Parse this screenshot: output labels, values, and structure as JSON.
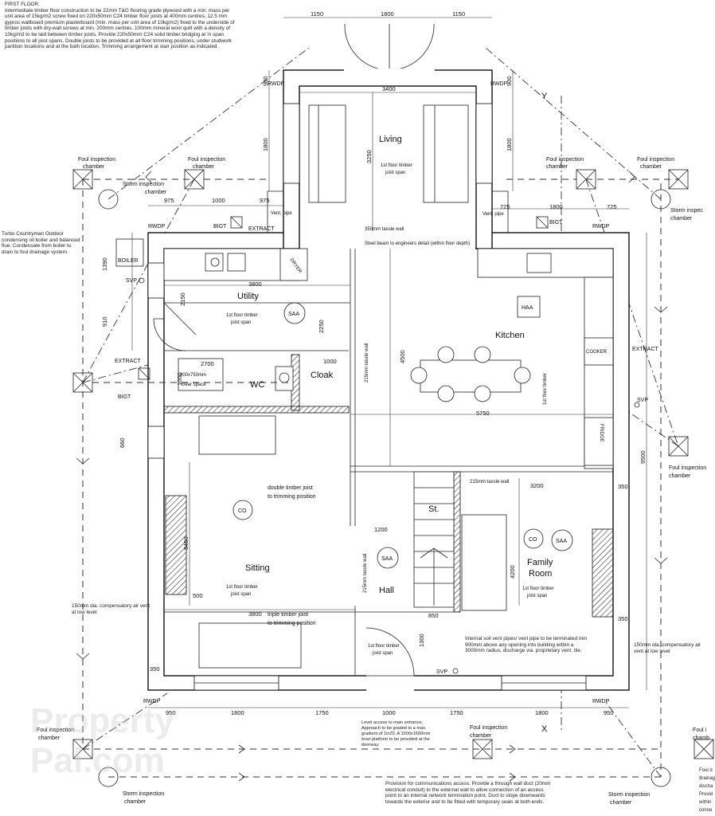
{
  "notes": {
    "first_floor_title": "FIRST FLOOR.",
    "first_floor_body": "Intermediate timber floor construction to be 22mm T&G flooring grade plywood with a min. mass per unit area of 15kg/m2 screw fixed on 220x50mm C24 timber floor joists at 400mm centres, 12.5 mm gyproc wallboard premium plasterboard (min. mass per unit area of 10kg/m2) fixed to the underside of timber joists with dry-wall screws at min. 200mm centres. 100mm mineral wool quilt with a density of 10kg/m3 to be laid between timber joists. Provide 220x50mm C24 solid timber bridging at ⅓ span positions to all joist spans. Double joists to be provided at all floor trimming positions, under studwork partition locations and at the bath location. Trimming arrangement at stair position as indicated.",
    "boiler_note": "Turbo Countryman Outdoor condensing oil boiler and balanced flue. Condensate from boiler to drain to foul drainage system.",
    "vent_left": "150mm dia. compensatory air vent at low level",
    "vent_right": "150mm dia. compensatory air vent at low level",
    "level_access": "Level access to main entrance. Approach to be graded to a max. gradient of 1in20. A 1500x1500mm level platform to be provided at the doorway.",
    "comms": "Provision for communications access. Provide a through wall duct (20mm electrical conduit) to the external wall to allow connection of an access point to an internal network termination point. Duct to slope downwards towards the exterior and to be fitted with temporary seals at both ends.",
    "vent_pipe_note": "Internal soil vent pipes/ vent pipe to be terminated min 900mm above any opening into building within a 3000mm radius, discharge via. proprietary vent. tile.",
    "foul_right_partial": "Foul d drainag discha Provid within conne",
    "watermark_1": "Property",
    "watermark_2": "Pal.com"
  },
  "rooms": {
    "living": "Living",
    "utility": "Utility",
    "kitchen": "Kitchen",
    "wc": "WC",
    "cloak": "Cloak",
    "sitting": "Sitting",
    "hall": "Hall",
    "stair": "St.",
    "family_room_1": "Family",
    "family_room_2": "Room"
  },
  "labels": {
    "foul_chamber_1": "Foul inspection",
    "foul_chamber_2": "chamber",
    "foul_right_1": "Foul i",
    "foul_right_2": "chamb",
    "storm_chamber_1": "Storm inspection",
    "storm_chamber_2": "chamber",
    "storm_right": "Storm inspec",
    "rwdp": "RWDP",
    "bigt": "BIGT",
    "extract": "EXTRACT",
    "svp": "SVP",
    "boiler": "BOILER",
    "dryer": "DRYER",
    "cooker": "COOKER",
    "fridge": "FRIDGE",
    "haa": "HAA",
    "saa": "SAA",
    "co": "CO",
    "vent_pipe": "Vent. pipe",
    "wall_350": "350mm tassle wall",
    "wall_215": "215mm tassle wall",
    "steel_beam": "Steel beam to engineers detail (within floor depth)",
    "joist_span_1": "1st floor timber",
    "joist_span_2": "joist span",
    "double_joist_1": "double timber joist",
    "double_joist_2": "to trimming position",
    "triple_joist_1": "triple timber joist",
    "triple_joist_2": "to trimming position",
    "clear_space_1": "800x750mm",
    "clear_space_2": "clear space",
    "axis_x": "X",
    "axis_y": "Y"
  },
  "dims": {
    "d1150a": "1150",
    "d1800a": "1800",
    "d1150b": "1150",
    "d3400": "3400",
    "d900": "900",
    "d1800v": "1800",
    "d3250": "3250",
    "d975a": "975",
    "d1000": "1000",
    "d975b": "975",
    "d725a": "725",
    "d1800c": "1800",
    "d725b": "725",
    "d1390": "1390",
    "d3800a": "3800",
    "d2150": "2150",
    "d910": "910",
    "d2250": "2250",
    "d2700": "2700",
    "d1000v": "1000",
    "d4500": "4500",
    "d5750": "5750",
    "d9500": "9500",
    "d660": "660",
    "d5450": "5450",
    "d500": "500",
    "d3800b": "3800",
    "d1200": "1200",
    "d850": "850",
    "d4200": "4200",
    "d3200": "3200",
    "d350a": "350",
    "d350b": "350",
    "d350c": "350",
    "d1300": "1300",
    "b950a": "950",
    "b1800a": "1800",
    "b1750a": "1750",
    "b1000": "1000",
    "b1750b": "1750",
    "b1800b": "1800",
    "b950b": "950"
  }
}
